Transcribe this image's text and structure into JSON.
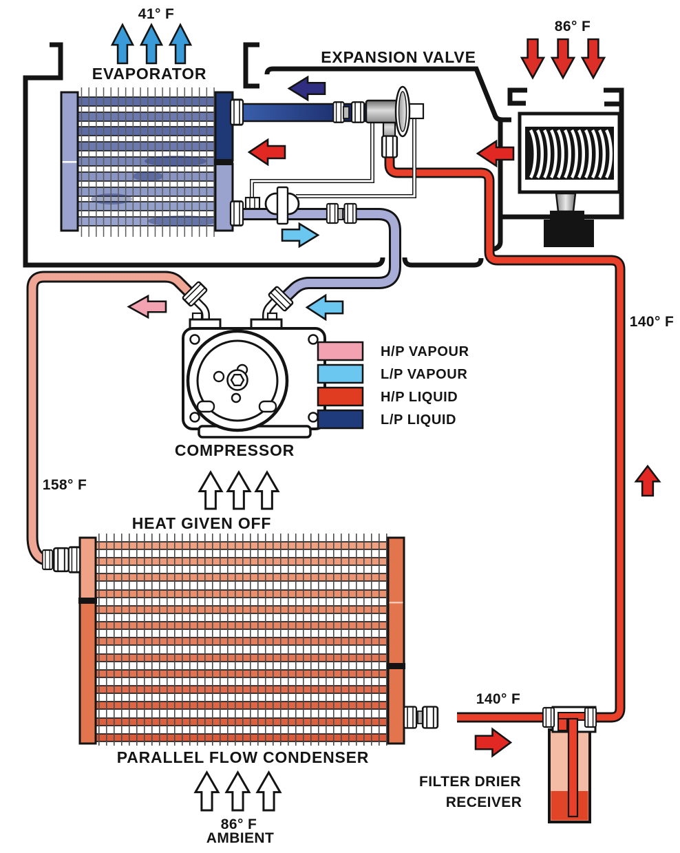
{
  "labels": {
    "evap_out_temp": "41° F",
    "evaporator": "EVAPORATOR",
    "expansion_valve": "EXPANSION VALVE",
    "blower_in_temp": "86° F",
    "liquid_line_temp": "140° F",
    "discharge_temp": "158° F",
    "compressor": "COMPRESSOR",
    "heat_given_off": "HEAT GIVEN OFF",
    "condenser": "PARALLEL FLOW CONDENSER",
    "ambient_temp": "86° F",
    "ambient_label": "AMBIENT",
    "receiver_line_temp": "140° F",
    "filter_drier_line1": "FILTER DRIER",
    "filter_drier_line2": "RECEIVER"
  },
  "legend": {
    "items": [
      {
        "label": "H/P VAPOUR",
        "color": "#F2A2B0"
      },
      {
        "label": "L/P VAPOUR",
        "color": "#6BC6F0"
      },
      {
        "label": "H/P LIQUID",
        "color": "#E03C22"
      },
      {
        "label": "L/P LIQUID",
        "color": "#1F3B7C"
      }
    ]
  },
  "colors": {
    "hp_vapour_pipe": "#F0A694",
    "lp_vapour_pipe": "#A7ADD6",
    "hp_liquid_pipe": "#E8402A",
    "lp_liquid_pipe": "#2A4A9C",
    "cool_air_arrow": "#3A9BD8",
    "hot_air_arrow": "#DC2F27"
  }
}
